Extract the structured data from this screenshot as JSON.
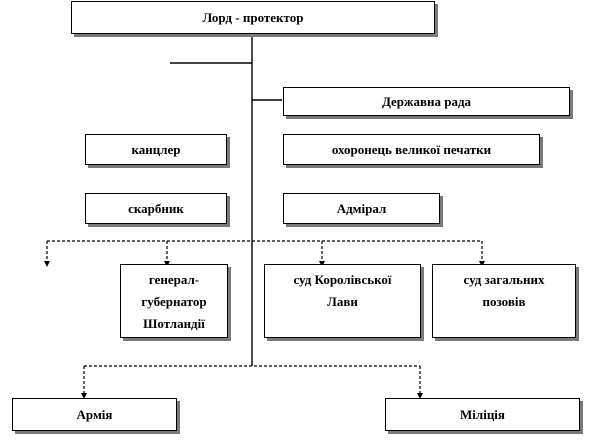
{
  "diagram": {
    "top_box": "Лорд - протектор",
    "council_box": "Державна рада",
    "chancellor_box": "канцлер",
    "seal_keeper_box": "охоронець великої печатки",
    "treasurer_box": "скарбник",
    "admiral_box": "Адмірал",
    "governor_box_lines": [
      "генерал-",
      "губернатор",
      "Шотландії"
    ],
    "kings_court_box_lines": [
      "суд Королівської",
      "Лави"
    ],
    "common_pleas_box_lines": [
      "суд загальних",
      "позовів"
    ],
    "army_box": "Армія",
    "militia_box": "Міліція"
  },
  "colors": {
    "line": "#000000",
    "shadow": "#7a7a7a",
    "box_fill": "#ffffff"
  }
}
